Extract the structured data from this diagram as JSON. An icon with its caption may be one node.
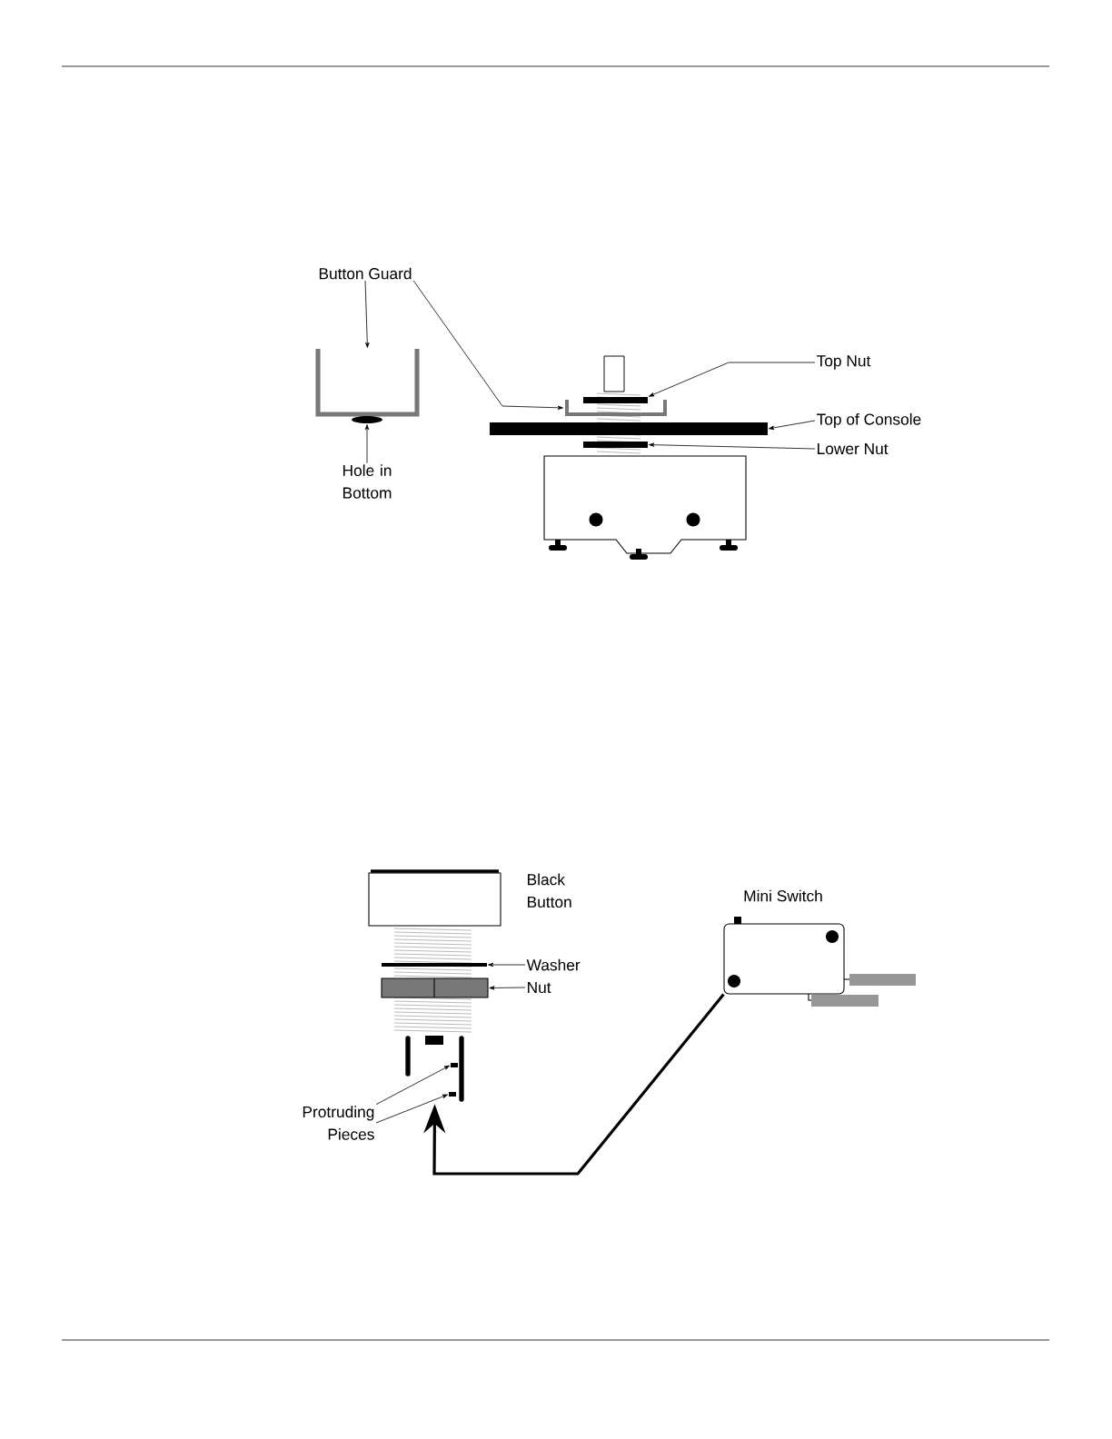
{
  "diagram": {
    "nodes": [
      {
        "text": [
          "Button Guard"
        ]
      },
      {
        "text": [],
        "shape": "picture"
      },
      {
        "text": [],
        "shape": "picture"
      },
      {
        "text": [
          "Hole in Bottom"
        ]
      },
      {
        "text": [],
        "shape": "circle"
      },
      {
        "text": [
          "Top Nut"
        ]
      },
      {
        "text": [],
        "shape": "bar"
      },
      {
        "text": [
          "Top of Console"
        ]
      },
      {
        "text": [],
        "shape": "bar"
      },
      {
        "text": [
          "Lower Nut"
        ]
      },
      {
        "text": [],
        "shape": "bar"
      },
      {
        "text": [],
        "shape": "picture"
      },
      {
        "text": [
          "Washer"
        ]
      },
      {
        "text": [],
        "shape": "bar",
        "in": 11
      },
      {
        "text": [
          "Nut"
        ]
      },
      {
        "text": [],
        "shape": "bar",
        "in": 11
      },
      {
        "text": [
          "Protruding Pieces"
        ]
      },
      {
        "text": [],
        "shape": "box",
        "in": 11
      },
      {
        "text": [],
        "shape": "box",
        "in": 11
      },
      {
        "text": [],
        "shape": "picture"
      }
    ],
    "edges": [
      {
        "from": 0,
        "to": 1,
        "arrow": "to"
      },
      {
        "from": 0,
        "to": 2,
        "arrow": "to"
      },
      {
        "from": 3,
        "to": 4,
        "arrow": "to"
      },
      {
        "from": 5,
        "to": 6,
        "arrow": "to"
      },
      {
        "from": 7,
        "to": 8,
        "arrow": "to"
      },
      {
        "from": 9,
        "to": 10,
        "arrow": "to"
      },
      {
        "from": 12,
        "to": 13,
        "arrow": "to"
      },
      {
        "from": 14,
        "to": 15,
        "arrow": "to"
      },
      {
        "from": 16,
        "to": 17,
        "arrow": "to"
      },
      {
        "from": 16,
        "to": 18,
        "arrow": "to"
      },
      {
        "from": 19,
        "to": 11,
        "arrow": "to",
        "style": "thick"
      }
    ],
    "labels": [
      "Black Button",
      "Mini Switch"
    ]
  }
}
